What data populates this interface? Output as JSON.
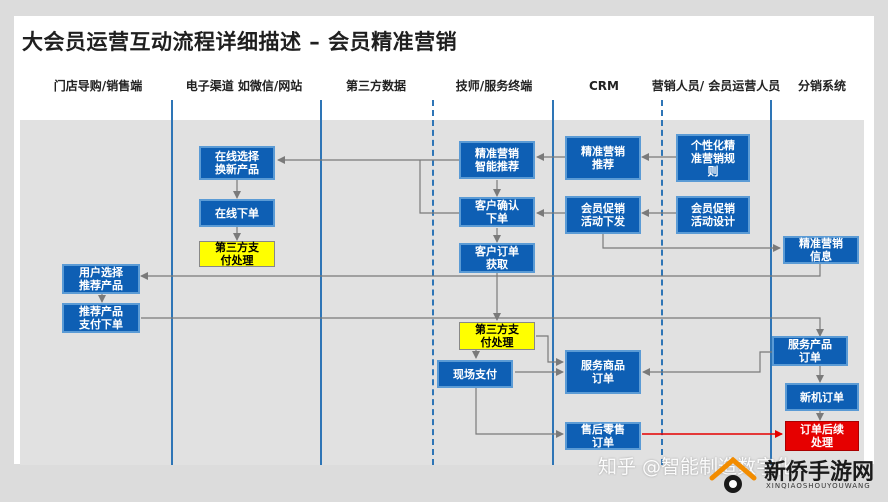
{
  "title": "大会员运营互动流程详细描述 – 会员精准营销",
  "lanes": [
    {
      "label": "门店导购/销售端"
    },
    {
      "label": "电子渠道\n如微信/网站"
    },
    {
      "label": "第三方数据"
    },
    {
      "label": "技师/服务终端"
    },
    {
      "label": "CRM"
    },
    {
      "label": "营销人员/\n会员运营人员"
    },
    {
      "label": "分销系统"
    }
  ],
  "boxes": {
    "online_select": "在线选择\n换新产品",
    "online_order": "在线下单",
    "third_pay_1": "第三方支\n付处理",
    "user_select": "用户选择\n推荐产品",
    "recommend_pay": "推荐产品\n支付下单",
    "smart_recommend": "精准营销\n智能推荐",
    "customer_confirm": "客户确认\n下单",
    "customer_order": "客户订单\n获取",
    "third_pay_2": "第三方支\n付处理",
    "onsite_pay": "现场支付",
    "crm_recommend": "精准营销\n推荐",
    "crm_promo": "会员促销\n活动下发",
    "service_order": "服务商品\n订单",
    "after_sale": "售后零售\n订单",
    "rules": "个性化精\n准营销规\n则",
    "promo_design": "会员促销\n活动设计",
    "dist_info": "精准营销\n信息",
    "service_product_order": "服务产品\n订单",
    "new_machine_order": "新机订单",
    "order_followup": "订单后续\n处理"
  },
  "watermark": {
    "left_text": "知乎 @智能制造数字化",
    "logo_title": "新侨手游网",
    "logo_sub": "XINQIAOSHOUYOUWANG"
  },
  "colors": {
    "box_fill": "#0e5fb4",
    "box_border": "#5b9bd5",
    "lane_divider": "#2e75b6",
    "highlight_yellow": "#ffff00",
    "highlight_red": "#e60000",
    "arrow": "#7a7a7a"
  }
}
